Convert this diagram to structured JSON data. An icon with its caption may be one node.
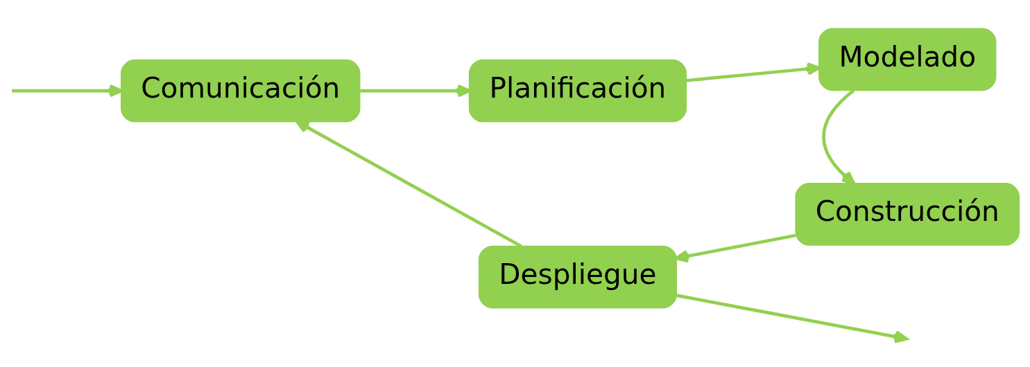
{
  "diagram": {
    "nodes": [
      {
        "text": [
          "Comunicación"
        ]
      },
      {
        "text": [
          "Planificación"
        ]
      },
      {
        "text": [
          "Modelado"
        ]
      },
      {
        "text": [
          "Construcción"
        ]
      },
      {
        "text": [
          "Despliegue"
        ]
      }
    ],
    "edges": [
      {
        "from": null,
        "to": 0,
        "arrow": "to"
      },
      {
        "from": 0,
        "to": 1,
        "arrow": "to"
      },
      {
        "from": 1,
        "to": 2,
        "arrow": "to"
      },
      {
        "from": 2,
        "to": 3,
        "arrow": "to"
      },
      {
        "from": 3,
        "to": 4,
        "arrow": "to"
      },
      {
        "from": 4,
        "to": 0,
        "arrow": "to"
      },
      {
        "from": 4,
        "to": null,
        "arrow": "to"
      }
    ]
  }
}
